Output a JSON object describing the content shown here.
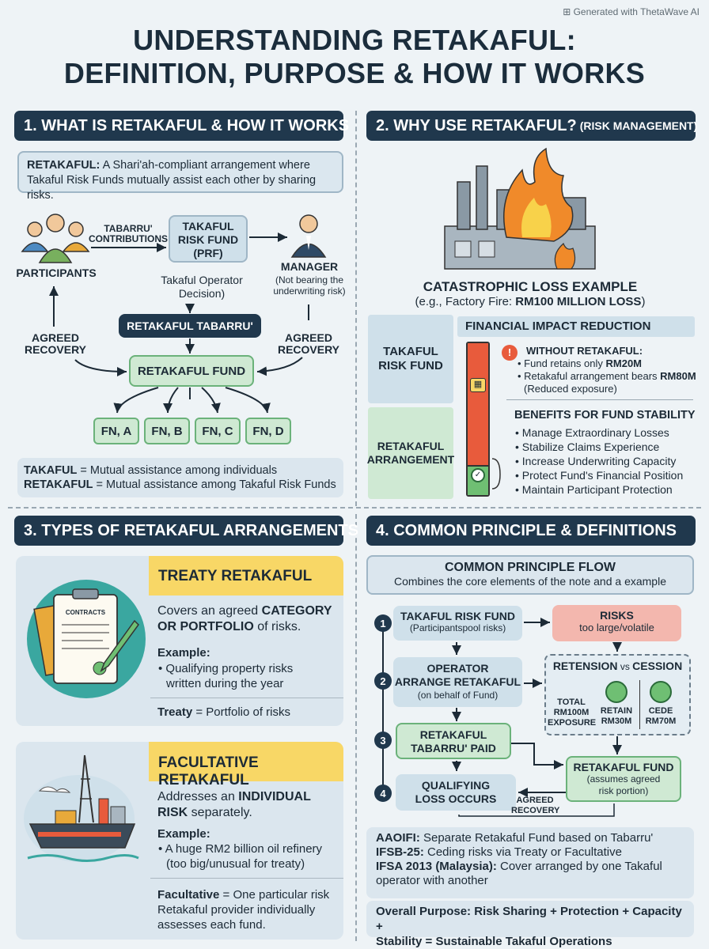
{
  "watermark": "Generated with ThetaWave AI",
  "title_line1": "UNDERSTANDING RETAKAFUL:",
  "title_line2": "DEFINITION, PURPOSE & HOW IT WORKS",
  "s1": {
    "heading": "1. WHAT IS RETAKAFUL & HOW IT WORKS",
    "def_term": "RETAKAFUL:",
    "def_text1": " A Shari'ah-compliant arrangement where",
    "def_text2": "Takaful Risk Funds mutually assist each other by sharing risks.",
    "participants": "PARTICIPANTS",
    "tabarru_1": "TABARRU'",
    "tabarru_2": "CONTRIBUTIONS",
    "prf_1": "TAKAFUL",
    "prf_2": "RISK FUND",
    "prf_3": "(PRF)",
    "manager": "MANAGER",
    "manager_note1": "(Not bearing the",
    "manager_note2": "underwriting risk)",
    "decision1": "Takaful Operator",
    "decision2": "Decision)",
    "retakaful_tabarru": "RETAKAFUL TABARRU'",
    "agreed_recovery_l1": "AGREED",
    "agreed_recovery_l2": "RECOVERY",
    "retakaful_fund": "RETAKAFUL FUND",
    "funds": [
      "FN, A",
      "FN, B",
      "FN, C",
      "FN, D"
    ],
    "takaful_term": "TAKAFUL",
    "takaful_def": " = Mutual assistance among individuals",
    "retakaful_term": "RETAKAFUL",
    "retakaful_def": " = Mutual assistance among Takaful Risk Funds"
  },
  "s2": {
    "heading": "2. WHY USE RETAKAFUL?",
    "heading_sub": "(RISK MANAGEMENT)",
    "cat_title": "CATASTROPHIC LOSS EXAMPLE",
    "cat_sub": "(e.g., Factory Fire: ",
    "cat_amount": "RM100 MILLION LOSS",
    "cat_close": ")",
    "fin_impact": "FINANCIAL IMPACT REDUCTION",
    "trf_1": "TAKAFUL",
    "trf_2": "RISK FUND",
    "ra_1": "RETAKAFUL",
    "ra_2": "ARRANGEMENT",
    "without": "WITHOUT RETAKAFUL:",
    "retains": "• Fund retains only ",
    "retains_amt": "RM20M",
    "bears": "• Retakaful arrangement bears ",
    "bears_amt": "RM80M",
    "reduced": "(Reduced exposure)",
    "benefits_title": "BENEFITS FOR FUND STABILITY",
    "benefits": [
      "Manage Extraordinary Losses",
      "Stabilize Claims Experience",
      "Increase Underwriting Capacity",
      "Protect Fund's Financial Position",
      "Maintain Participant Protection"
    ],
    "bar_split": {
      "retained_pct": 20,
      "ceded_pct": 80
    }
  },
  "s3": {
    "heading": "3. TYPES OF RETAKAFUL ARRANGEMENTS",
    "treaty_title": "TREATY RETAKAFUL",
    "contracts": "CONTRACTS",
    "treaty_t1": "Covers an agreed ",
    "treaty_b1": "CATEGORY",
    "treaty_b2": "OR PORTFOLIO",
    "treaty_t2": " of risks.",
    "example": "Example:",
    "treaty_ex1": "• Qualifying property risks",
    "treaty_ex2": "written during the year",
    "treaty_term": "Treaty",
    "treaty_def": " = Portfolio of risks",
    "fac_title": "FACULTATIVE RETAKAFUL",
    "fac_t1": "Addresses an ",
    "fac_b1": "INDIVIDUAL",
    "fac_b2": "RISK",
    "fac_t2": " separately.",
    "fac_ex1": "• A huge RM2 billion oil refinery",
    "fac_ex2": "(too big/unusual for treaty)",
    "fac_term": "Facultative",
    "fac_def": " = One particular risk",
    "fac_def2": "Retakaful provider individually",
    "fac_def3": "assesses each fund."
  },
  "s4": {
    "heading": "4. COMMON PRINCIPLE & DEFINITIONS",
    "flow_title": "COMMON PRINCIPLE FLOW",
    "flow_sub": "Combines the core elements of the note and a  example",
    "steps": [
      "1",
      "2",
      "3",
      "4"
    ],
    "trf_1": "TAKAFUL RISK FUND",
    "trf_2": "(Participantspool risks)",
    "risks_1": "RISKS",
    "risks_2": "too large/volatile",
    "op_1": "OPERATOR",
    "op_2": "ARRANGE RETAKAFUL",
    "op_3": "(on behalf of Fund)",
    "rvc_1": "RETENSION",
    "rvc_vs": " vs ",
    "rvc_2": "CESSION",
    "total_1": "TOTAL",
    "total_2": "RM100M",
    "total_3": "EXPOSURE",
    "retain_1": "RETAIN",
    "retain_2": "RM30M",
    "cede_1": "CEDE",
    "cede_2": "RM70M",
    "paid_1": "RETAKAFUL",
    "paid_2": "TABARRU' PAID",
    "fund_1": "RETAKAFUL FUND",
    "fund_2": "(assumes agreed",
    "fund_3": "risk portion)",
    "loss_1": "QUALIFYING",
    "loss_2": "LOSS OCCURS",
    "agreed_1": "AGREED",
    "agreed_2": "RECOVERY",
    "aaoifi_term": "AAOIFI:",
    "aaoifi": " Separate Retakaful Fund based on Tabarru'",
    "ifsb_term": "IFSB-25:",
    "ifsb": " Ceding risks via Treaty or Facultative",
    "ifsa_term": "IFSA 2013 (Malaysia):",
    "ifsa": " Cover arranged by one Takaful",
    "ifsa2": "operator with another",
    "overall_1": "Overall Purpose: Risk Sharing + Protection + Capacity +",
    "overall_2": "Stability = Sustainable Takaful Operations"
  },
  "colors": {
    "navy": "#20384d",
    "green": "#cfe9d3",
    "blue": "#cfe0ea",
    "yellow": "#f8d766",
    "red": "#e85b3c",
    "pink": "#f3b7ae"
  }
}
